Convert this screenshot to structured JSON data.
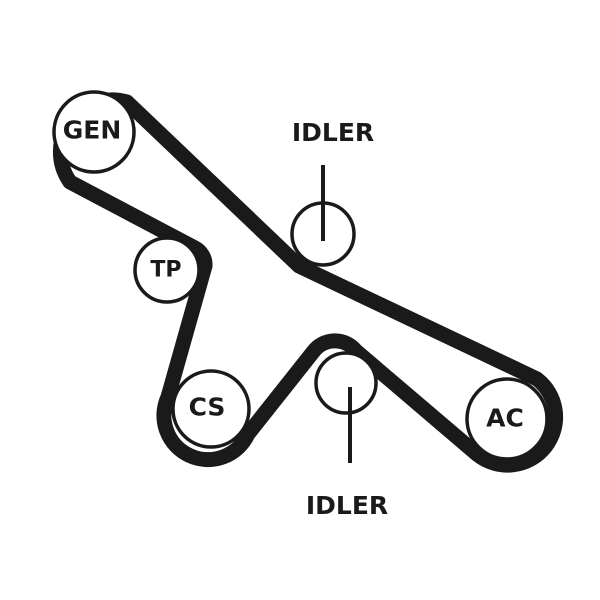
{
  "pulleys": {
    "gen": {
      "label": "GEN"
    },
    "tp": {
      "label": "TP"
    },
    "cs": {
      "label": "CS"
    },
    "ac": {
      "label": "AC"
    },
    "idler_upper": {
      "label": "IDLER"
    },
    "idler_lower": {
      "label": "IDLER"
    }
  },
  "colors": {
    "belt": "#1a1a1a",
    "background": "#ffffff"
  }
}
